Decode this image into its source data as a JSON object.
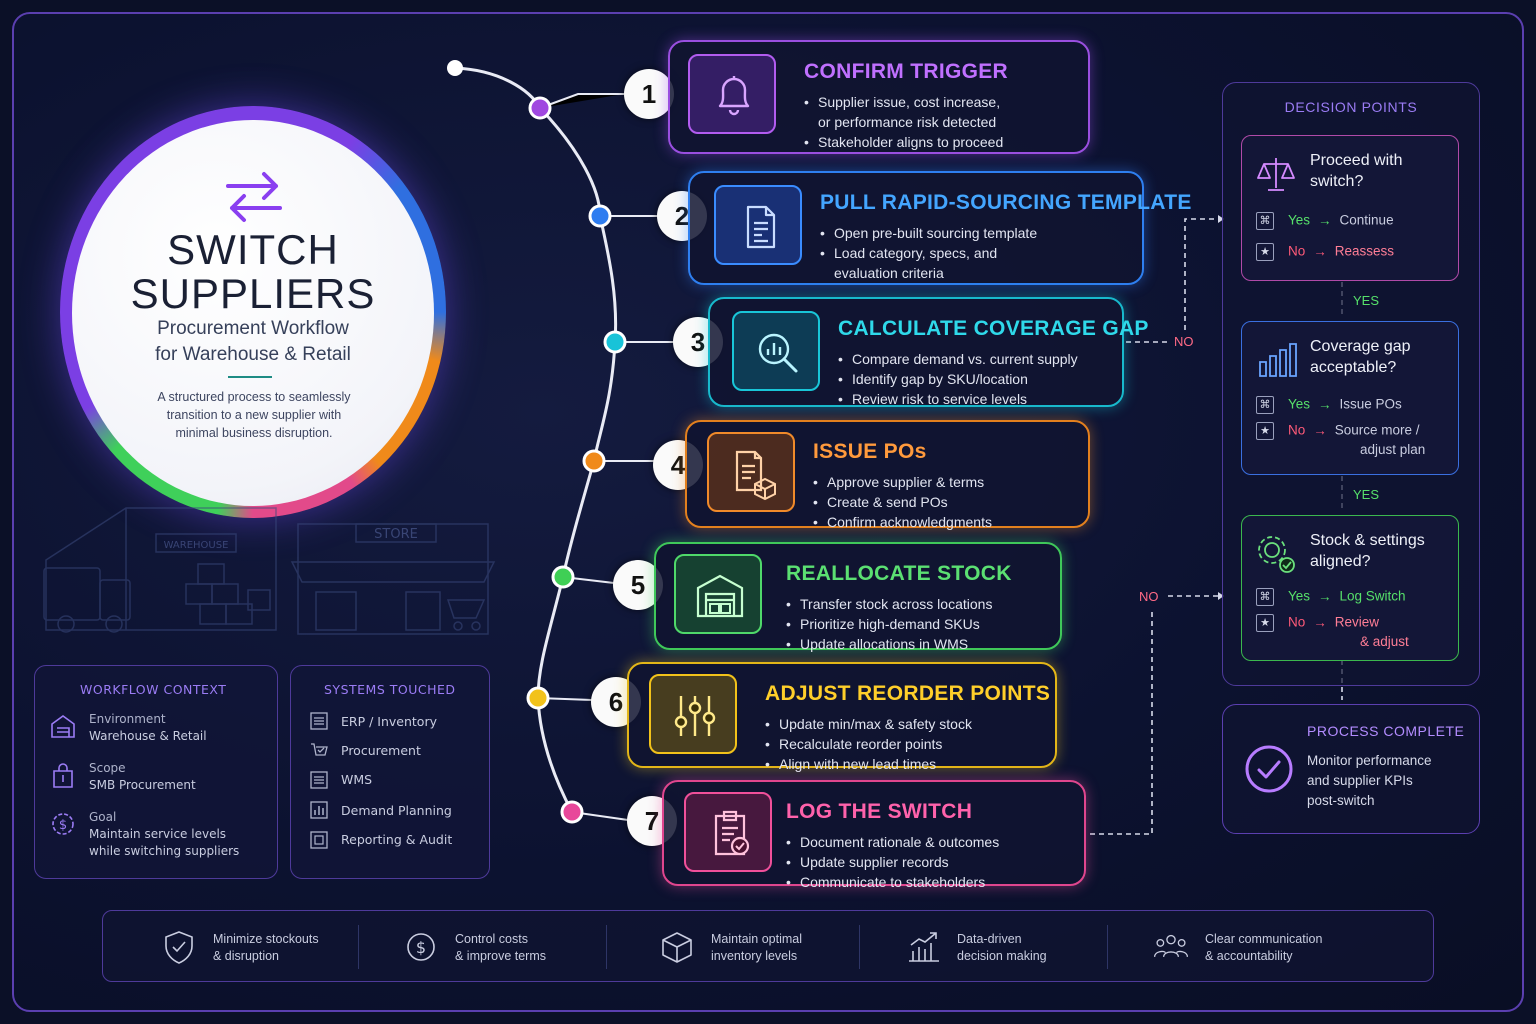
{
  "hero": {
    "title_line1": "SWITCH",
    "title_line2": "SUPPLIERS",
    "subtitle_line1": "Procurement Workflow",
    "subtitle_line2": "for Warehouse & Retail",
    "description": "A structured process to seamlessly transition to a new supplier with minimal business disruption.",
    "icon": "swap-arrows-icon"
  },
  "illustration": {
    "warehouse_sign": "WAREHOUSE",
    "store_sign": "STORE"
  },
  "workflow_context": {
    "title": "WORKFLOW CONTEXT",
    "items": [
      {
        "key": "Environment",
        "value": "Warehouse & Retail",
        "icon": "building-icon"
      },
      {
        "key": "Scope",
        "value": "SMB Procurement",
        "icon": "bag-icon"
      },
      {
        "key": "Goal",
        "value_line1": "Maintain service levels",
        "value_line2": "while switching suppliers",
        "icon": "dollar-gear-icon"
      }
    ]
  },
  "systems_touched": {
    "title": "SYSTEMS TOUCHED",
    "items": [
      {
        "label": "ERP / Inventory",
        "icon": "list-icon"
      },
      {
        "label": "Procurement",
        "icon": "cart-check-icon"
      },
      {
        "label": "WMS",
        "icon": "list-icon"
      },
      {
        "label": "Demand Planning",
        "icon": "bar-chart-icon"
      },
      {
        "label": "Reporting & Audit",
        "icon": "report-icon"
      }
    ]
  },
  "steps": [
    {
      "num": "1",
      "title": "CONFIRM TRIGGER",
      "color": "#b25cf0",
      "icon": "bell-icon",
      "bullets": [
        {
          "text": "Supplier issue, cost increase,",
          "cont": "or performance risk detected"
        },
        {
          "text": "Stakeholder aligns to proceed"
        }
      ]
    },
    {
      "num": "2",
      "title": "PULL RAPID-SOURCING TEMPLATE",
      "color": "#2f8cff",
      "icon": "document-icon",
      "bullets": [
        {
          "text": "Open pre-built sourcing template"
        },
        {
          "text": "Load category, specs, and",
          "cont": "evaluation criteria"
        }
      ]
    },
    {
      "num": "3",
      "title": "CALCULATE COVERAGE GAP",
      "color": "#19c6d8",
      "icon": "magnifier-chart-icon",
      "bullets": [
        {
          "text": "Compare demand vs. current supply"
        },
        {
          "text": "Identify gap by SKU/location"
        },
        {
          "text": "Review risk to service levels"
        }
      ]
    },
    {
      "num": "4",
      "title": "ISSUE POs",
      "color": "#f08a2a",
      "icon": "po-box-icon",
      "bullets": [
        {
          "text": "Approve supplier & terms"
        },
        {
          "text": "Create & send POs"
        },
        {
          "text": "Confirm acknowledgments"
        }
      ]
    },
    {
      "num": "5",
      "title": "REALLOCATE STOCK",
      "color": "#4fd86a",
      "icon": "warehouse-icon",
      "bullets": [
        {
          "text": "Transfer stock across locations"
        },
        {
          "text": "Prioritize high-demand SKUs"
        },
        {
          "text": "Update allocations in WMS"
        }
      ]
    },
    {
      "num": "6",
      "title": "ADJUST REORDER POINTS",
      "color": "#f2c21a",
      "icon": "sliders-icon",
      "bullets": [
        {
          "text": "Update min/max & safety stock"
        },
        {
          "text": "Recalculate reorder points"
        },
        {
          "text": "Align with new lead times"
        }
      ]
    },
    {
      "num": "7",
      "title": "LOG THE SWITCH",
      "color": "#f0509a",
      "icon": "clipboard-check-icon",
      "bullets": [
        {
          "text": "Document rationale & outcomes"
        },
        {
          "text": "Update supplier records"
        },
        {
          "text": "Communicate to stakeholders"
        }
      ]
    }
  ],
  "decision_points": {
    "title": "DECISION POINTS",
    "items": [
      {
        "question_line1": "Proceed with",
        "question_line2": "switch?",
        "icon": "scales-icon",
        "yes": "Yes",
        "yes_result": "Continue",
        "no": "No",
        "no_result": "Reassess",
        "no_result_line2": ""
      },
      {
        "question_line1": "Coverage gap",
        "question_line2": "acceptable?",
        "icon": "bar-chart-icon",
        "yes": "Yes",
        "yes_result": "Issue POs",
        "no": "No",
        "no_result": "Source more /",
        "no_result_line2": "adjust plan"
      },
      {
        "question_line1": "Stock & settings",
        "question_line2": "aligned?",
        "icon": "gear-check-icon",
        "yes": "Yes",
        "yes_result": "Log Switch",
        "no": "No",
        "no_result": "Review",
        "no_result_line2": "& adjust"
      }
    ],
    "yes_label": "YES",
    "no_label": "NO",
    "arrow": "→"
  },
  "process_complete": {
    "title": "PROCESS COMPLETE",
    "line1": "Monitor performance",
    "line2": "and supplier KPIs",
    "line3": "post-switch",
    "icon": "check-circle-icon"
  },
  "benefits": [
    {
      "line1": "Minimize stockouts",
      "line2": "& disruption",
      "icon": "shield-check-icon"
    },
    {
      "line1": "Control costs",
      "line2": "& improve terms",
      "icon": "dollar-circle-icon"
    },
    {
      "line1": "Maintain optimal",
      "line2": "inventory levels",
      "icon": "box-icon"
    },
    {
      "line1": "Data-driven",
      "line2": "decision making",
      "icon": "growth-chart-icon"
    },
    {
      "line1": "Clear communication",
      "line2": "& accountability",
      "icon": "people-icon"
    }
  ],
  "colors": {
    "background": "#0b1027",
    "accent_purple": "#9b7cf5",
    "yes_green": "#56e06a",
    "no_red": "#ff5a78"
  }
}
